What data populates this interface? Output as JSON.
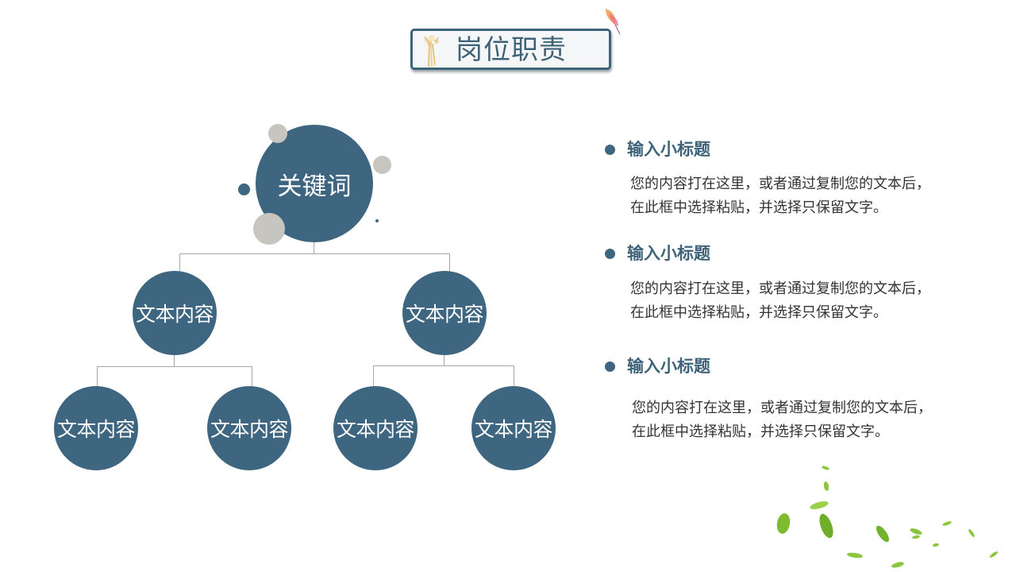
{
  "header": {
    "title": "岗位职责",
    "icons": [
      "flower-icon",
      "butterfly-icon"
    ]
  },
  "diagram": {
    "root": {
      "label": "关键词"
    },
    "level2": [
      {
        "label": "文本内容"
      },
      {
        "label": "文本内容"
      }
    ],
    "level3": [
      {
        "label": "文本内容"
      },
      {
        "label": "文本内容"
      },
      {
        "label": "文本内容"
      },
      {
        "label": "文本内容"
      }
    ],
    "colors": {
      "node": "#3e6680",
      "decoration": "#c6c5bf",
      "connector": "#a6a6a6"
    }
  },
  "sections": [
    {
      "title": "输入小标题",
      "line1": "您的内容打在这里，或者通过复制您的文本后，",
      "line2": "在此框中选择粘贴，并选择只保留文字。"
    },
    {
      "title": "输入小标题",
      "line1": "您的内容打在这里，或者通过复制您的文本后，",
      "line2": "在此框中选择粘贴，并选择只保留文字。"
    },
    {
      "title": "输入小标题",
      "line1": "您的内容打在这里，或者通过复制您的文本后，",
      "line2": "在此框中选择粘贴，并选择只保留文字。"
    }
  ],
  "decorations": {
    "leaves": "leaves-icon"
  },
  "colors": {
    "accent": "#3e6680",
    "title_text": "#3e6379",
    "body_text": "#333333"
  }
}
